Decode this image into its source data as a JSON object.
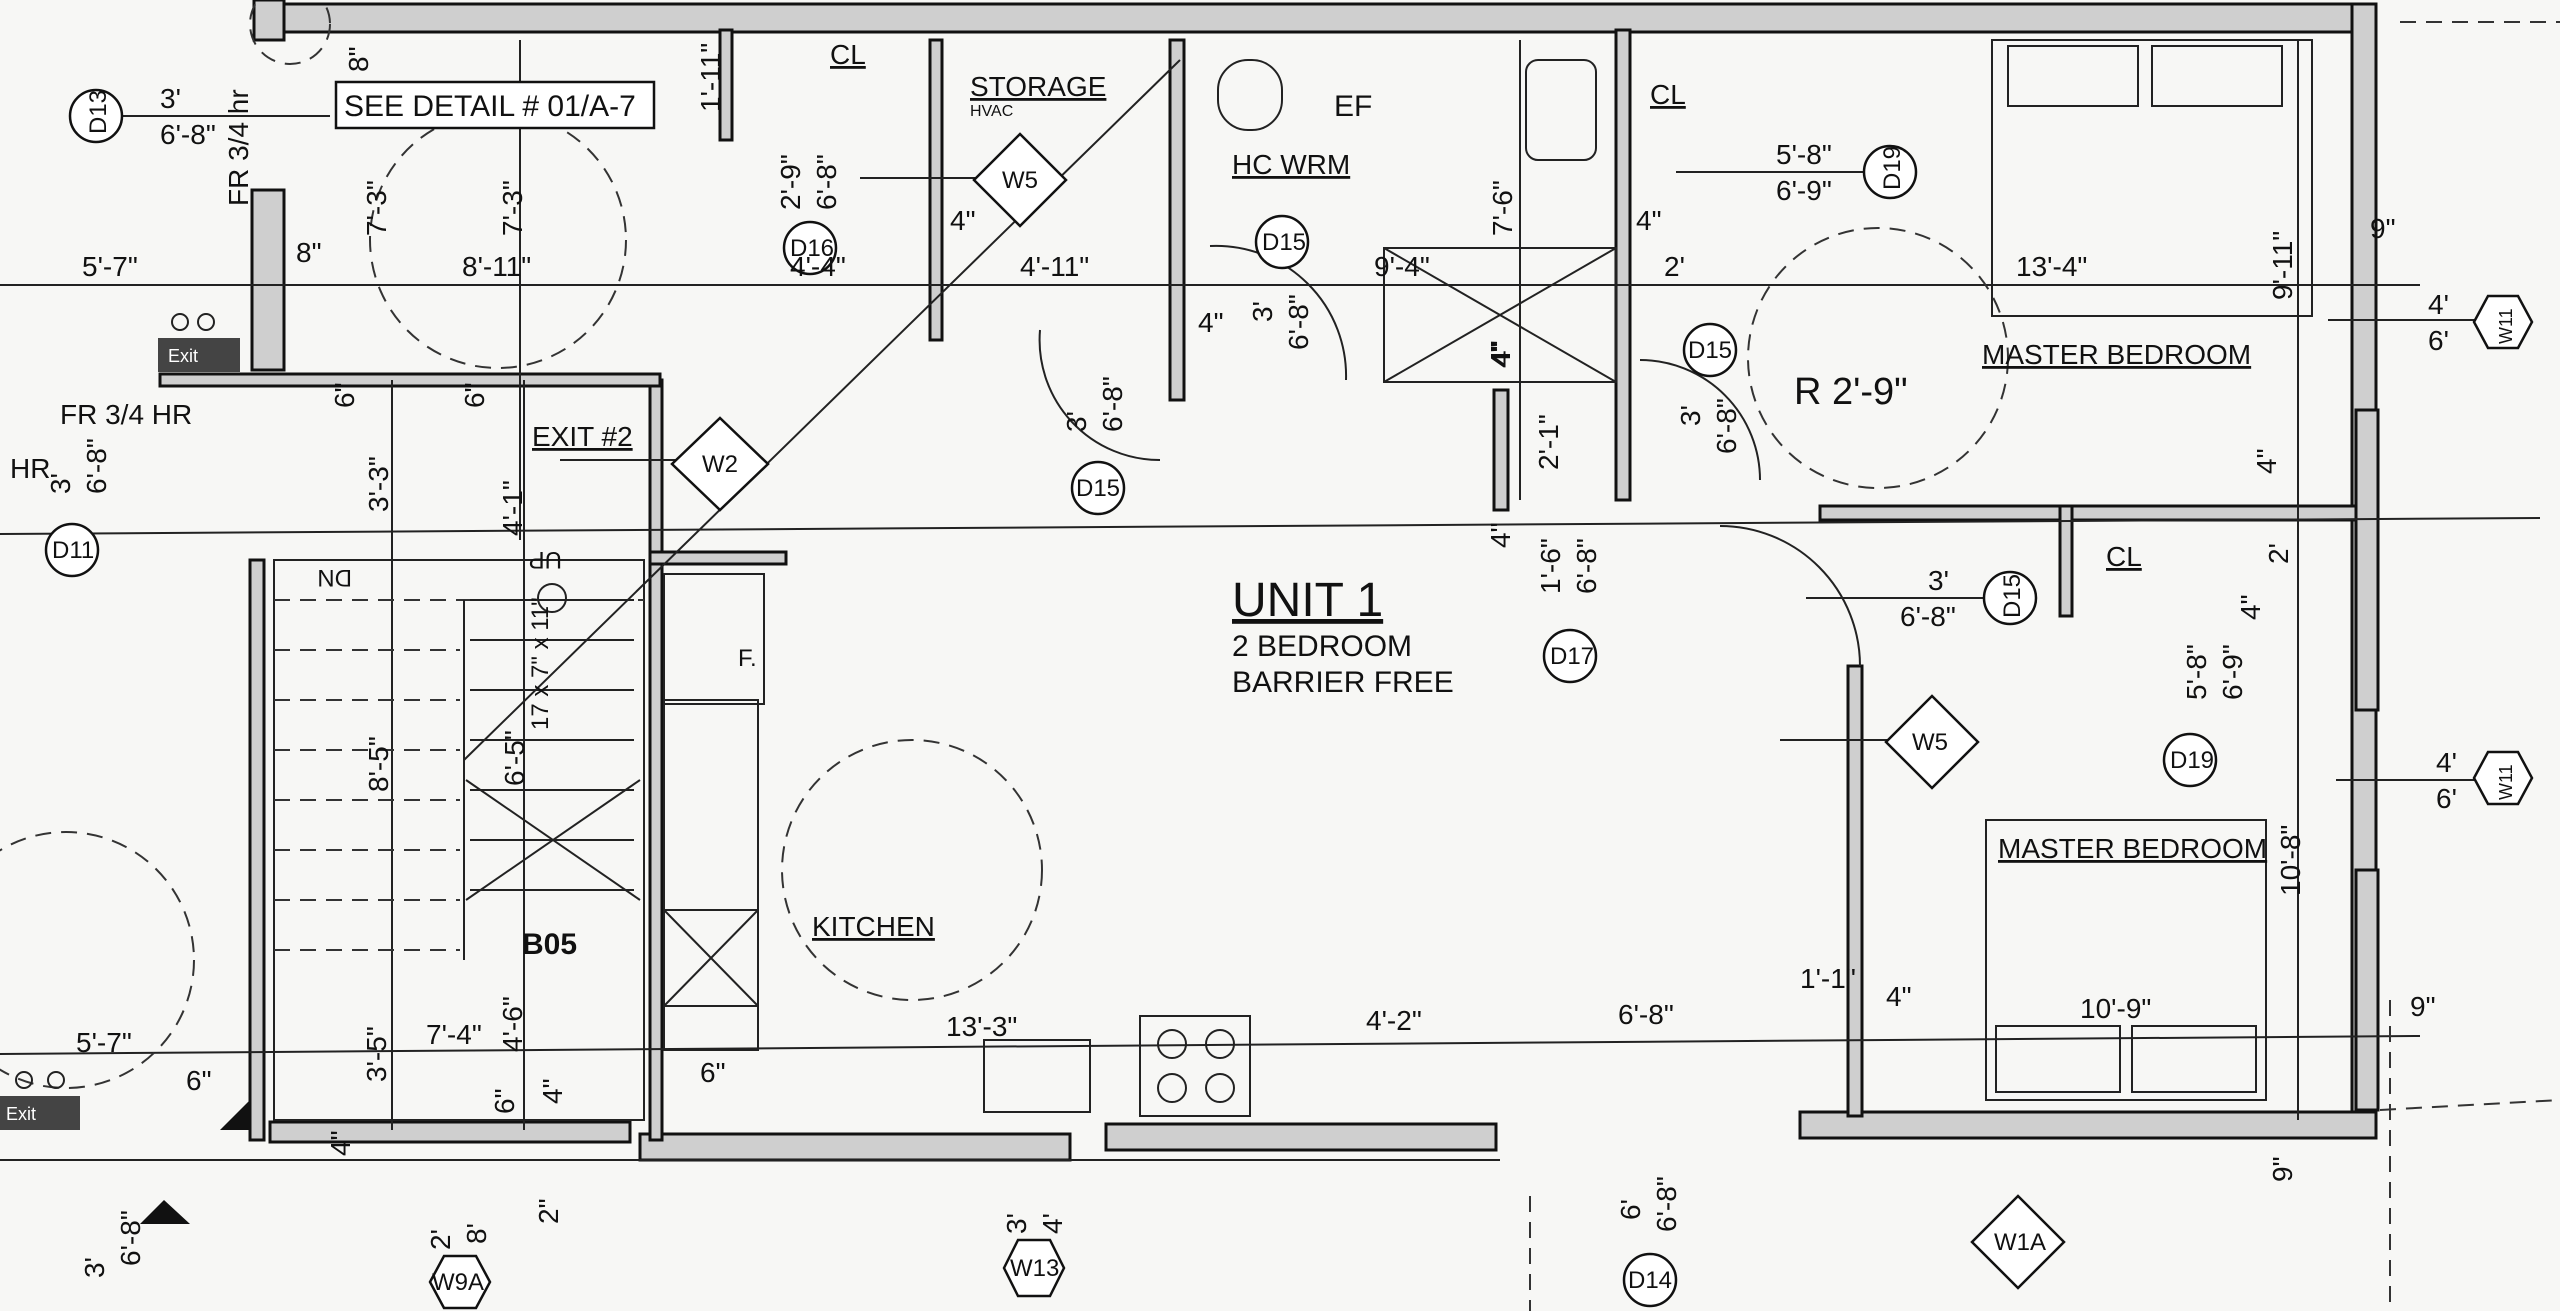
{
  "unit": {
    "title": "UNIT 1",
    "subtitle1": "2 BEDROOM",
    "subtitle2": "BARRIER FREE"
  },
  "notes": {
    "see_detail": "SEE DETAIL # 01/A-7",
    "fr_rating_1": "FR 3/4 hr",
    "fr_rating_2": "FR 3/4 HR",
    "hr": "HR",
    "exit_sign": "Exit",
    "exit2": "EXIT #2",
    "stair_dn": "DN",
    "stair_up": "UP",
    "stair_spec": "17 x 7\" x 11\"",
    "fridge": "F.",
    "radius": "R 2'-9\""
  },
  "rooms": {
    "cl1": "CL",
    "storage": "STORAGE",
    "hvac": "HVAC",
    "ef": "EF",
    "hc_wrm": "HC WRM",
    "cl2": "CL",
    "master1": "MASTER BEDROOM",
    "cl3": "CL",
    "master2": "MASTER BEDROOM",
    "kitchen": "KITCHEN",
    "b05": "B05"
  },
  "tags": {
    "d13": "D13",
    "d16": "D16",
    "d19a": "D19",
    "d15a": "D15",
    "d15b": "D15",
    "d15c": "D15",
    "d15d": "D15",
    "d11": "D11",
    "d17": "D17",
    "d19b": "D19",
    "d14": "D14",
    "w5a": "W5",
    "w2": "W2",
    "w5b": "W5",
    "w11a": "W11",
    "w11b": "W11",
    "w13": "W13",
    "w9a": "W9A",
    "w1a": "W1A"
  },
  "dims": {
    "a1": "3'",
    "a2": "6'-8\"",
    "a3": "8\"",
    "a4": "1'-11\"",
    "a5": "7'-3\"",
    "a6": "7'-3\"",
    "a7": "8\"",
    "a8": "5'-7\"",
    "a9": "8'-11\"",
    "a10": "2'-9\"",
    "a11": "6'-8\"",
    "a12": "4'-4\"",
    "a13": "4\"",
    "a14": "4'-11\"",
    "a15": "4\"",
    "a16": "3'",
    "a17": "6'-8\"",
    "a18": "9'-4\"",
    "a19": "7'-6\"",
    "a20": "4\"",
    "a21": "2'",
    "a22": "4\"",
    "a23": "5'-8\"",
    "a24": "6'-9\"",
    "a25": "13'-4\"",
    "a26": "9'-11\"",
    "a27": "9\"",
    "a28": "4'",
    "a29": "6'",
    "a30": "6\"",
    "a31": "6\"",
    "a32": "3'-3\"",
    "a33": "4'-1\"",
    "a34": "6'-8\"",
    "a35": "3'",
    "a36": "3'",
    "a37": "6'-8\"",
    "a38": "4\"",
    "a39": "2'-1\"",
    "a40": "3'",
    "a41": "6'-8\"",
    "a42": "4\"",
    "a43": "1'-6\"",
    "a44": "6'-8\"",
    "a45": "3'",
    "a46": "6'-8\"",
    "a47": "2'",
    "a48": "4\"",
    "a49": "4\"",
    "a50": "8'-5\"",
    "a51": "6'-5\"",
    "a52": "5'-8\"",
    "a53": "6'-9\"",
    "a54": "4'",
    "a55": "6'",
    "a56": "10'-8\"",
    "a57": "5'-7\"",
    "a58": "6\"",
    "a59": "3'-5\"",
    "a60": "7'-4\"",
    "a61": "4'-6\"",
    "a62": "13'-3\"",
    "a63": "4'-2\"",
    "a64": "6'-8\"",
    "a65": "1'-1\"",
    "a66": "4\"",
    "a67": "10'-9\"",
    "a68": "9\"",
    "a69": "6\"",
    "a70": "4\"",
    "a71": "6\"",
    "a72": "4\"",
    "a73": "2\"",
    "a74": "2'",
    "a75": "8'",
    "a76": "3'",
    "a77": "4'",
    "a78": "6'",
    "a79": "6'-8\"",
    "a80": "9\"",
    "a81": "3'",
    "a82": "6'-8\""
  }
}
